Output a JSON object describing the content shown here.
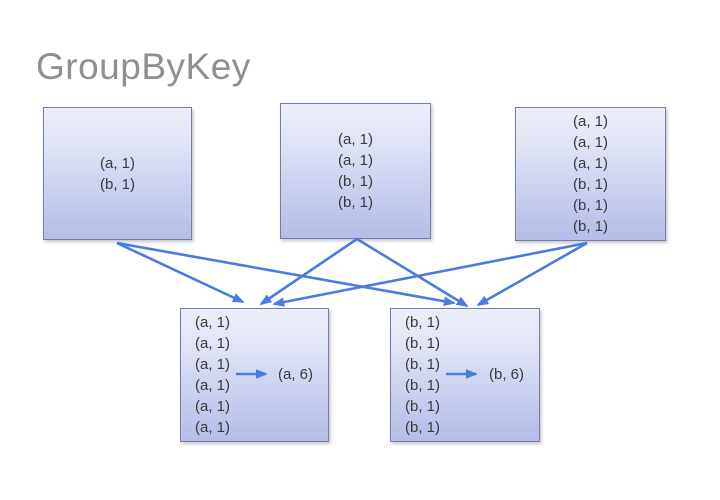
{
  "title": "GroupByKey",
  "colors": {
    "arrow_blue": "#4a7be0",
    "box_gradient_top": "#ecEEf9",
    "box_gradient_bottom": "#b4bce7",
    "box_border": "#747da6",
    "title_gray": "#8f8f8f",
    "text": "#3a3a3a",
    "background": "#ffffff"
  },
  "boxes": {
    "top": [
      {
        "id": "input-partition-1",
        "lines": [
          "(a, 1)",
          "(b, 1)"
        ]
      },
      {
        "id": "input-partition-2",
        "lines": [
          "(a, 1)",
          "(a, 1)",
          "(b, 1)",
          "(b, 1)"
        ]
      },
      {
        "id": "input-partition-3",
        "lines": [
          "(a, 1)",
          "(a, 1)",
          "(a, 1)",
          "(b, 1)",
          "(b, 1)",
          "(b, 1)"
        ]
      }
    ],
    "bottom": [
      {
        "id": "grouped-partition-a",
        "lines": [
          "(a, 1)",
          "(a, 1)",
          "(a, 1)",
          "(a, 1)",
          "(a, 1)",
          "(a, 1)"
        ],
        "result": "(a, 6)"
      },
      {
        "id": "grouped-partition-b",
        "lines": [
          "(b, 1)",
          "(b, 1)",
          "(b, 1)",
          "(b, 1)",
          "(b, 1)",
          "(b, 1)"
        ],
        "result": "(b, 6)"
      }
    ]
  }
}
